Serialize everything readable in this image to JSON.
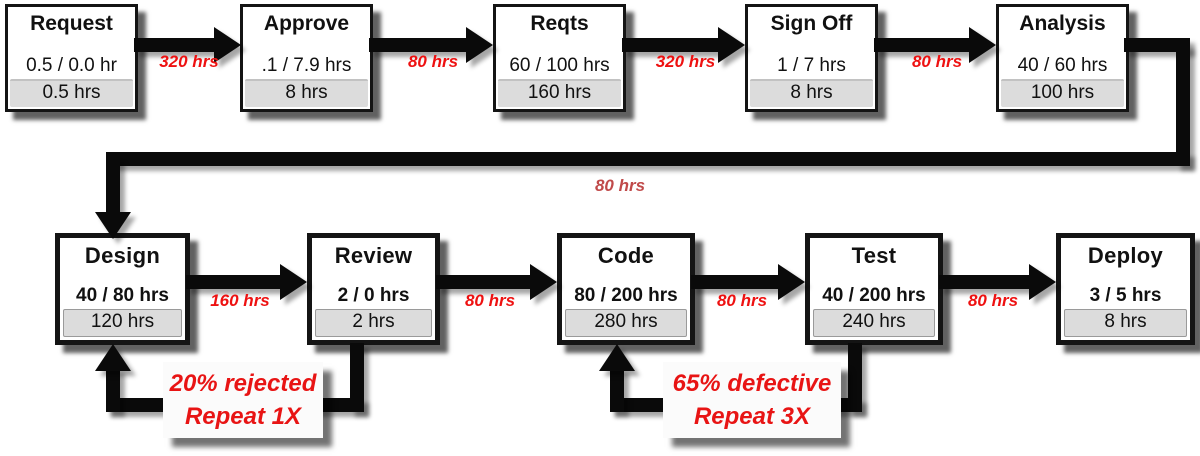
{
  "diagram_title": "software process value stream map",
  "colors": {
    "arrow_black": "#0A0A0A",
    "wait_label_red": "#EE1111",
    "wait_label_muted_red": "#C04A4A",
    "loop_text_red": "#E81414",
    "box_border": "#141414",
    "total_bar_gray": "#DCDCDC"
  },
  "top_row": [
    {
      "title": "Request",
      "value": "0.5 / 0.0 hr",
      "total": "0.5 hrs"
    },
    {
      "title": "Approve",
      "value": ".1 / 7.9 hrs",
      "total": "8 hrs"
    },
    {
      "title": "Reqts",
      "value": "60 / 100 hrs",
      "total": "160 hrs"
    },
    {
      "title": "Sign Off",
      "value": "1 / 7 hrs",
      "total": "8 hrs"
    },
    {
      "title": "Analysis",
      "value": "40 / 60 hrs",
      "total": "100 hrs"
    }
  ],
  "bottom_row": [
    {
      "title": "Design",
      "value": "40 / 80 hrs",
      "total": "120 hrs"
    },
    {
      "title": "Review",
      "value": "2 / 0 hrs",
      "total": "2 hrs"
    },
    {
      "title": "Code",
      "value": "80 / 200 hrs",
      "total": "280 hrs"
    },
    {
      "title": "Test",
      "value": "40 / 200 hrs",
      "total": "240 hrs"
    },
    {
      "title": "Deploy",
      "value": "3 / 5 hrs",
      "total": "8 hrs"
    }
  ],
  "wait_labels": [
    {
      "from": "Request",
      "to": "Approve",
      "text": "320 hrs"
    },
    {
      "from": "Approve",
      "to": "Reqts",
      "text": "80 hrs"
    },
    {
      "from": "Reqts",
      "to": "Sign Off",
      "text": "320 hrs"
    },
    {
      "from": "Sign Off",
      "to": "Analysis",
      "text": "80 hrs"
    },
    {
      "from": "Analysis",
      "to": "Design",
      "text": "80 hrs"
    },
    {
      "from": "Design",
      "to": "Review",
      "text": "160 hrs"
    },
    {
      "from": "Review",
      "to": "Code",
      "text": "80 hrs"
    },
    {
      "from": "Code",
      "to": "Test",
      "text": "80 hrs"
    },
    {
      "from": "Test",
      "to": "Deploy",
      "text": "80 hrs"
    }
  ],
  "rework_loops": [
    {
      "from": "Review",
      "to": "Design",
      "line1": "20% rejected",
      "line2": "Repeat 1X"
    },
    {
      "from": "Test",
      "to": "Code",
      "line1": "65% defective",
      "line2": "Repeat 3X"
    }
  ]
}
